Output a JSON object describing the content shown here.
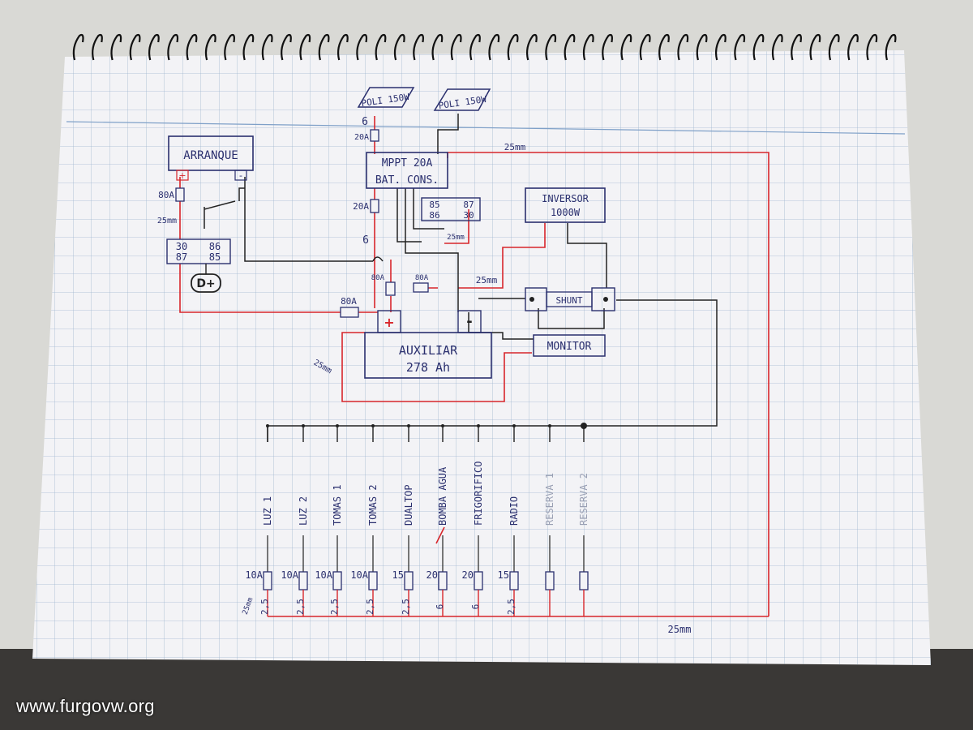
{
  "colors": {
    "paper": "#f3f3f6",
    "grid": "#9fb6cf",
    "ink_blue": "#2a2f6e",
    "wire_black": "#222222",
    "wire_red": "#d8262b",
    "desk": "#d9d9d5"
  },
  "panels": {
    "solar_1": "POLI 150W",
    "solar_2": "POLI 150W"
  },
  "boxes": {
    "arranque": "ARRANQUE",
    "mppt_line1": "MPPT 20A",
    "mppt_line2": "BAT. CONS.",
    "relay_top": {
      "r1": "85",
      "r2": "87",
      "r3": "86",
      "r4": "30"
    },
    "relay_main": {
      "r1": "30",
      "r2": "86",
      "r3": "87",
      "r4": "85"
    },
    "dplus": "D+",
    "inversor_line1": "INVERSOR",
    "inversor_line2": "1000W",
    "shunt": "SHUNT",
    "monitor": "MONITOR",
    "auxiliar_line1": "AUXILIAR",
    "auxiliar_line2": "278 Ah",
    "plus": "+",
    "minus": "-"
  },
  "annotations": {
    "fuse_6_top": "6",
    "fuse_20a_top": "20A",
    "fuse_20a_mid": "20A",
    "wire_6_mid": "6",
    "fuse_80a_start": "80A",
    "wire_25_start": "25mm",
    "fuse_80a_aux": "80A",
    "fuse_80a_a": "80A",
    "fuse_80a_b": "80A",
    "wire_25_top": "25mm",
    "wire_25_relay": "25mm",
    "wire_25_inv": "25mm",
    "wire_25_aux": "25mm",
    "wire_25_bottom": "25mm",
    "wire_25_left": "25mm"
  },
  "circuits": [
    {
      "name": "LUZ 1",
      "fuse": "10A",
      "section": "2,5"
    },
    {
      "name": "LUZ 2",
      "fuse": "10A",
      "section": "2,5"
    },
    {
      "name": "TOMAS 1",
      "fuse": "10A",
      "section": "2,5"
    },
    {
      "name": "TOMAS 2",
      "fuse": "10A",
      "section": "2,5"
    },
    {
      "name": "DUALTOP",
      "fuse": "15",
      "section": "2,5"
    },
    {
      "name": "BOMBA AGUA",
      "fuse": "20",
      "section": "6"
    },
    {
      "name": "FRIGORIFICO",
      "fuse": "20",
      "section": "6"
    },
    {
      "name": "RADIO",
      "fuse": "15",
      "section": "2,5"
    },
    {
      "name": "RESERVA 1",
      "fuse": "",
      "section": ""
    },
    {
      "name": "RESERVA 2",
      "fuse": "",
      "section": ""
    }
  ],
  "watermark": "www.furgovw.org"
}
